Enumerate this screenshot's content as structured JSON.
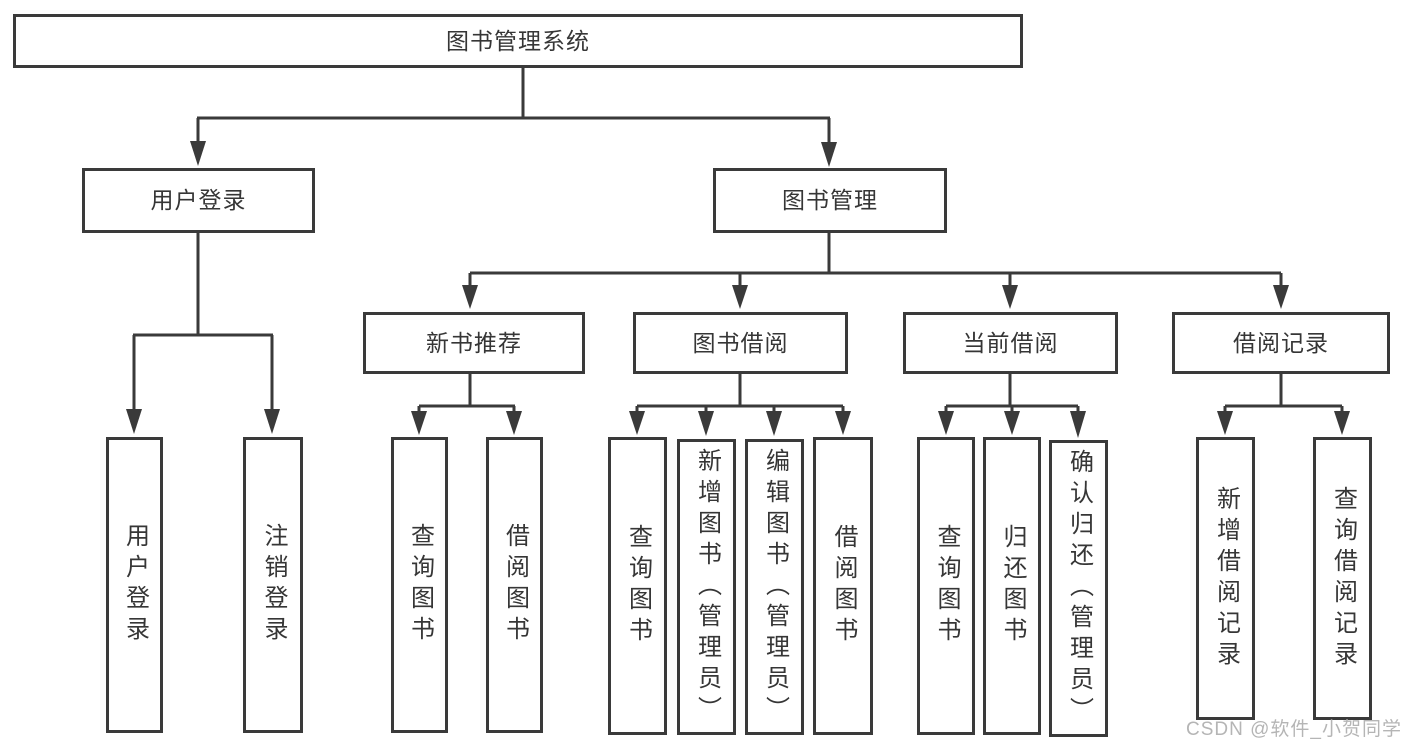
{
  "tree": {
    "root": "图书管理系统",
    "level2": [
      "用户登录",
      "图书管理"
    ],
    "level3": [
      "新书推荐",
      "图书借阅",
      "当前借阅",
      "借阅记录"
    ],
    "leaves": {
      "login": [
        "用户登录",
        "注销登录"
      ],
      "recommend": [
        "查询图书",
        "借阅图书"
      ],
      "borrow": [
        "查询图书",
        "新增图书（管理员）",
        "编辑图书（管理员）",
        "借阅图书"
      ],
      "current": [
        "查询图书",
        "归还图书",
        "确认归还（管理员）"
      ],
      "records": [
        "新增借阅记录",
        "查询借阅记录"
      ]
    }
  },
  "watermark": "CSDN @软件_小贺同学",
  "colors": {
    "line": "#3a3a3a",
    "box_border": "#3a3a3a",
    "text": "#363636",
    "watermark": "#b5b5b5",
    "background": "#ffffff"
  }
}
